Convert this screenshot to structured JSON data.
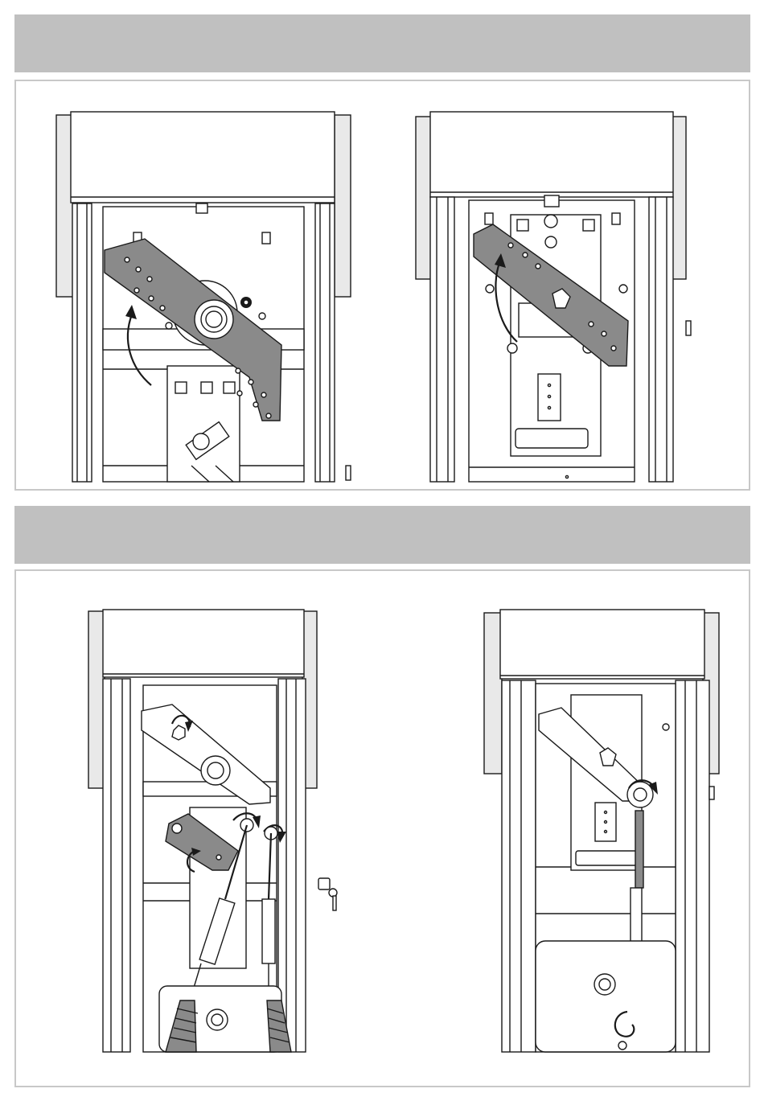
{
  "page": {
    "background": "#ffffff"
  },
  "colors": {
    "header_bar": "#c0c0c0",
    "panel_border": "#c8c8c8",
    "line": "#1a1a1a",
    "plate_fill": "#8a8a8a"
  },
  "sections": [
    {
      "header_title": "",
      "figures": [
        {
          "view": "barrier-interior-plate-raised",
          "icons": [
            "curved-arrow-icon"
          ]
        },
        {
          "view": "barrier-interior-plate-lowered",
          "icons": [
            "curved-arrow-icon"
          ]
        }
      ]
    },
    {
      "header_title": "",
      "figures": [
        {
          "view": "barrier-interior-springs-attached",
          "icons": [
            "rotation-arrow-icon",
            "key-icon",
            "spring-icon"
          ]
        },
        {
          "view": "barrier-interior-tie-rod-hook",
          "icons": [
            "rotation-arrow-icon",
            "hook-icon"
          ]
        }
      ]
    }
  ]
}
